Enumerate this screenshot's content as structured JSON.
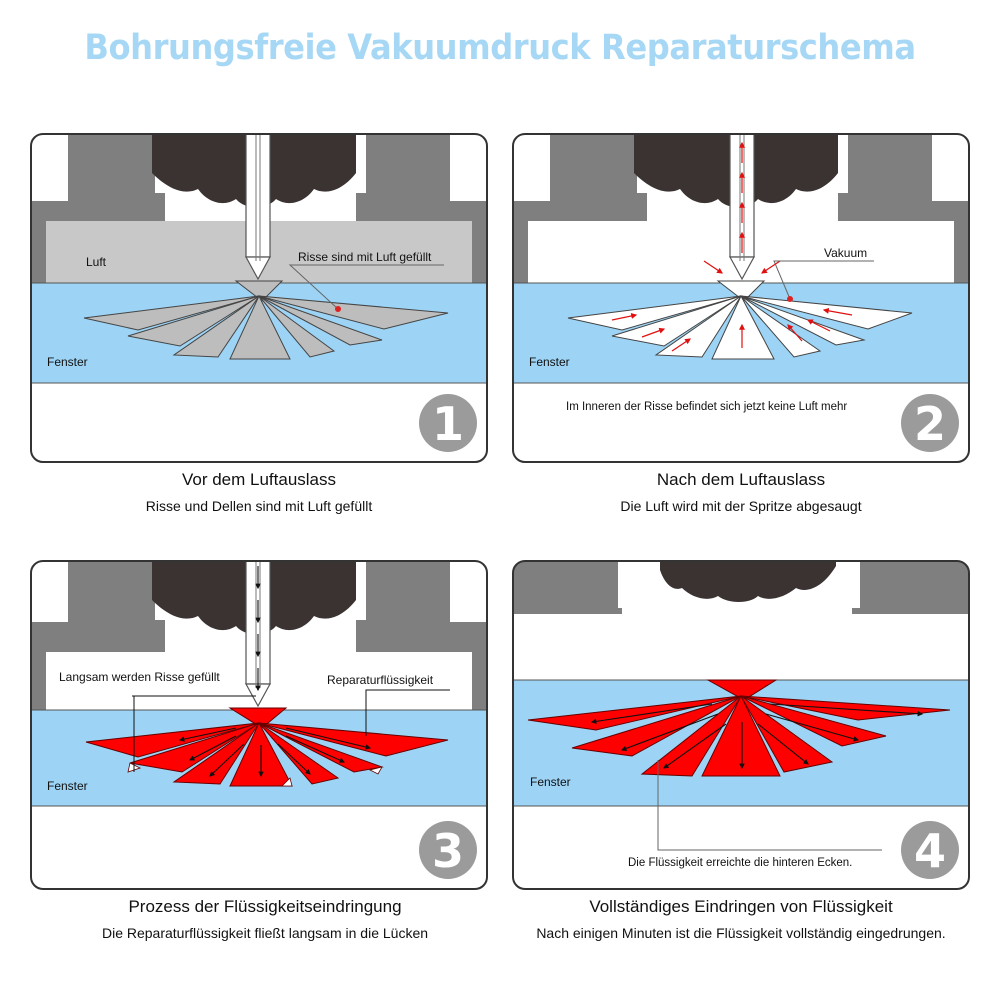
{
  "title": "Bohrungsfreie Vakuumdruck Reparaturschema",
  "colors": {
    "title": "#a6d8f6",
    "glass": "#9dd4f5",
    "gray": "#7f7f7f",
    "resin": "#ff0000",
    "badge": "#9b9b9b"
  },
  "panels": [
    {
      "number": "1",
      "labels": {
        "air": "Luft",
        "cracks": "Risse sind mit Luft gefüllt",
        "window": "Fenster"
      },
      "caption": {
        "heading": "Vor dem Luftauslass",
        "sub": "Risse und Dellen sind mit Luft gefüllt"
      }
    },
    {
      "number": "2",
      "labels": {
        "vacuum": "Vakuum",
        "window": "Fenster",
        "note": "Im Inneren der Risse befindet sich jetzt keine Luft mehr"
      },
      "caption": {
        "heading": "Nach dem Luftauslass",
        "sub": "Die Luft wird mit der Spritze abgesaugt"
      }
    },
    {
      "number": "3",
      "labels": {
        "slowly": "Langsam werden Risse gefüllt",
        "fluid": "Reparaturflüssigkeit",
        "window": "Fenster"
      },
      "caption": {
        "heading": "Prozess der Flüssigkeitseindringung",
        "sub": "Die Reparaturflüssigkeit fließt langsam in die Lücken"
      }
    },
    {
      "number": "4",
      "labels": {
        "window": "Fenster",
        "corners": "Die Flüssigkeit erreichte die hinteren Ecken."
      },
      "caption": {
        "heading": "Vollständiges Eindringen von Flüssigkeit",
        "sub": "Nach einigen Minuten ist die Flüssigkeit vollständig eingedrungen."
      }
    }
  ]
}
